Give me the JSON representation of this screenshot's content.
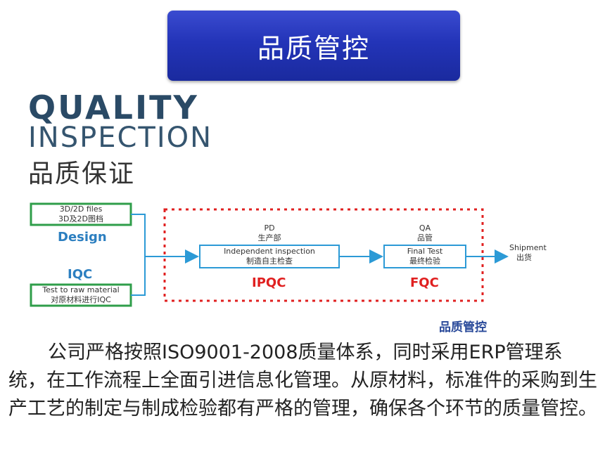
{
  "banner": {
    "title": "品质管控"
  },
  "heading": {
    "line1": "QUALITY",
    "line2": "INSPECTION",
    "line3": "品质保证"
  },
  "diagram": {
    "design_box": {
      "line1": "3D/2D files",
      "line2": "3D及2D图档"
    },
    "design_label": "Design",
    "iqc_label": "IQC",
    "iqc_box": {
      "line1": "Test to raw material",
      "line2": "对原材料进行IQC"
    },
    "pd": {
      "line1": "PD",
      "line2": "生产部"
    },
    "ipqc_box": {
      "line1": "Independent inspection",
      "line2": "制造自主检查"
    },
    "ipqc_label": "IPQC",
    "qa": {
      "line1": "QA",
      "line2": "品管"
    },
    "fqc_box": {
      "line1": "Final Test",
      "line2": "最终检验"
    },
    "fqc_label": "FQC",
    "shipment": {
      "line1": "Shipment",
      "line2": "出货"
    },
    "caption": "品质管控",
    "colors": {
      "green": "#2f9e4a",
      "blue": "#2c7fc0",
      "red": "#e02020"
    }
  },
  "paragraph": "公司严格按照ISO9001-2008质量体系，同时采用ERP管理系统，在工作流程上全面引进信息化管理。从原材料，标准件的采购到生产工艺的制定与制成检验都有严格的管理，确保各个环节的质量管控。"
}
